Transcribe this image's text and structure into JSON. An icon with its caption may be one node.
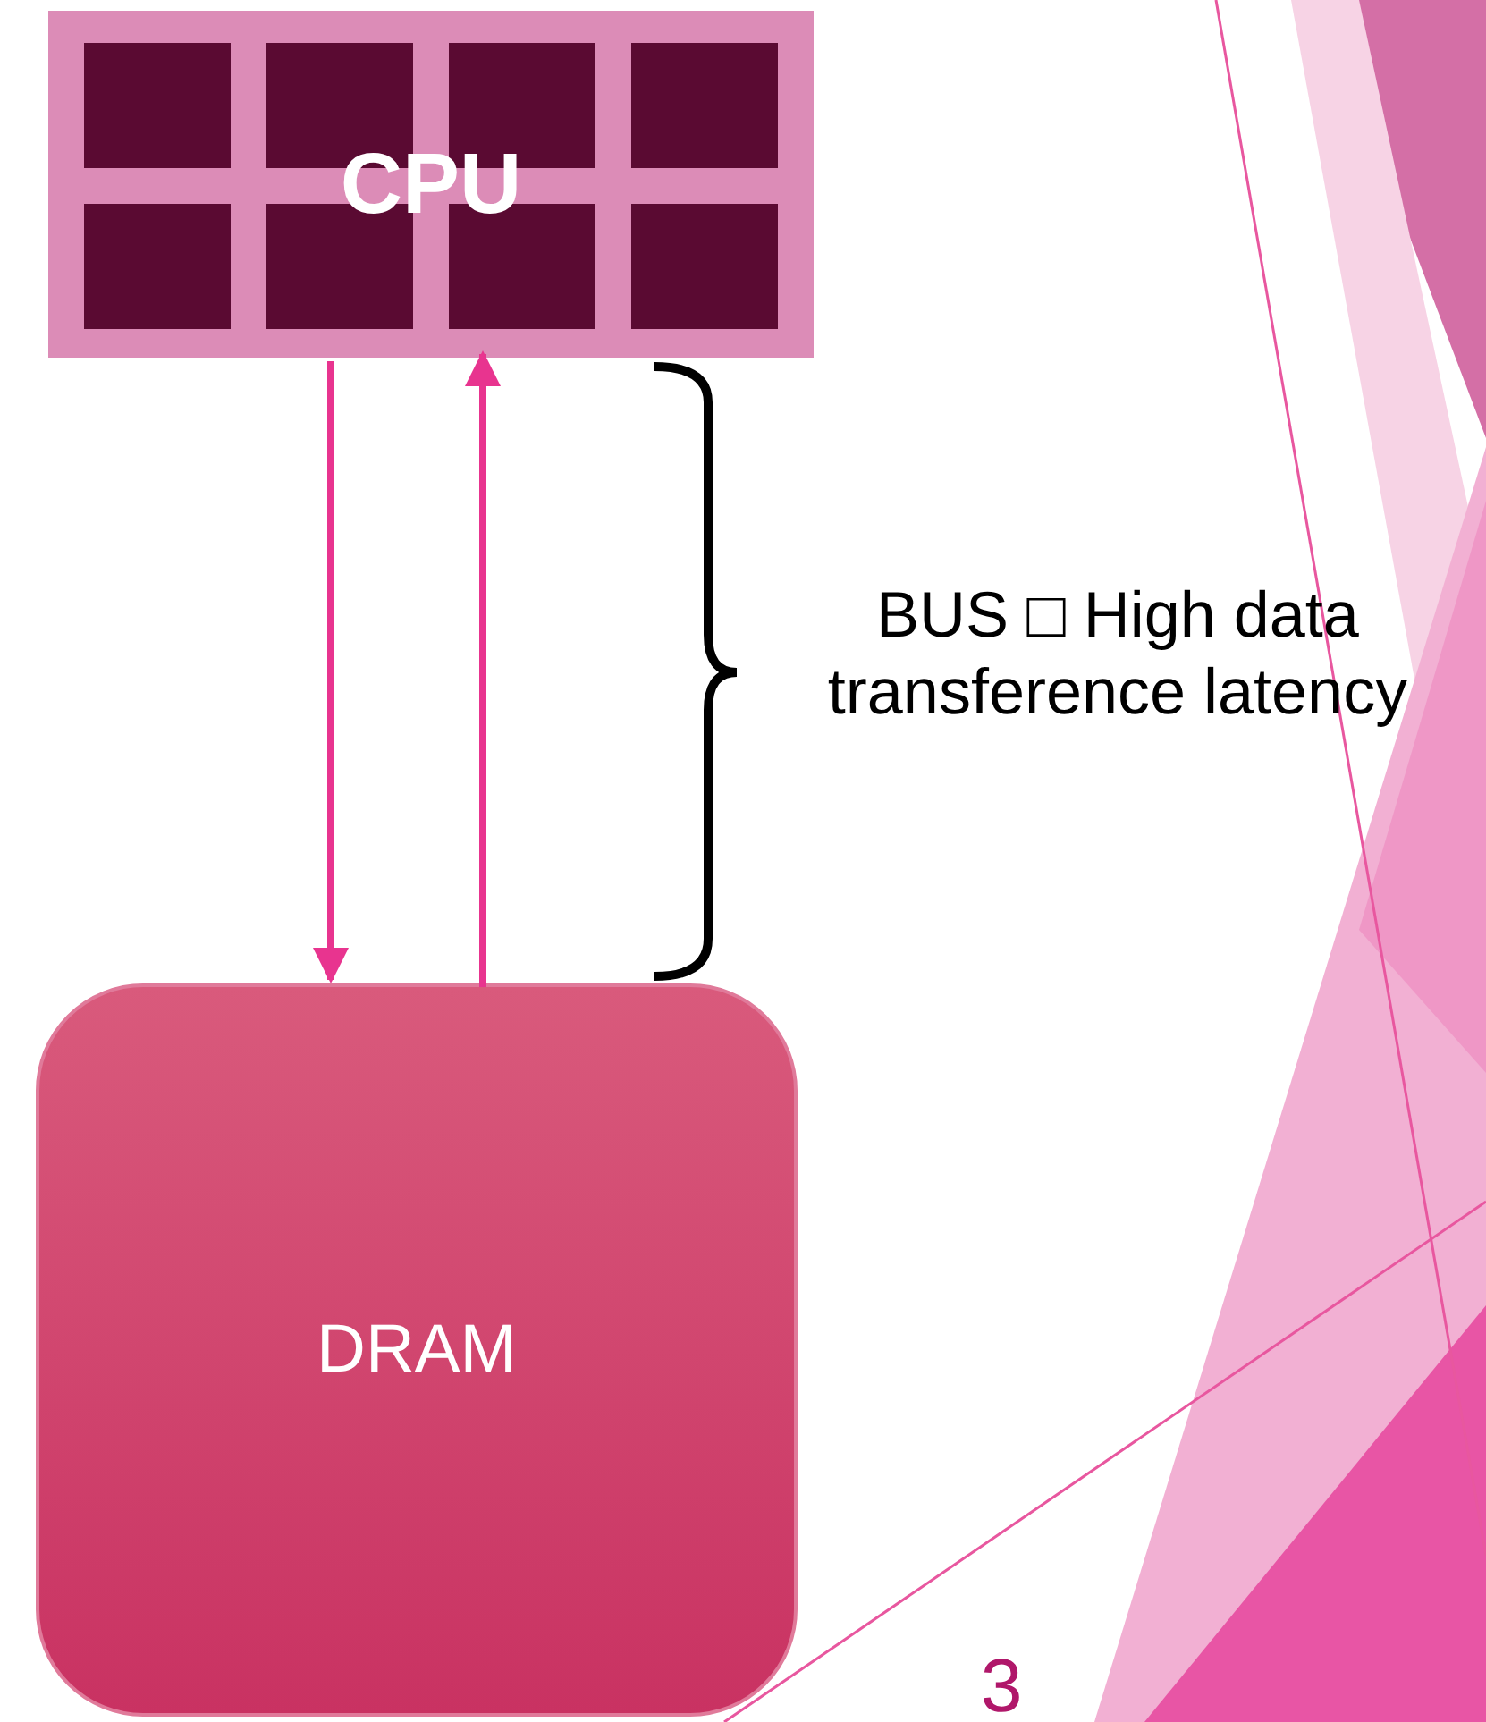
{
  "diagram": {
    "nodes": [
      {
        "text": [
          "CPU"
        ]
      },
      {
        "text": [
          "DRAM"
        ]
      }
    ],
    "edges": [
      {
        "from": 0,
        "to": 1,
        "arrow": "to"
      },
      {
        "from": 1,
        "to": 0,
        "arrow": "to"
      }
    ],
    "labels": [
      "BUS □ High data transference latency",
      "3"
    ]
  }
}
